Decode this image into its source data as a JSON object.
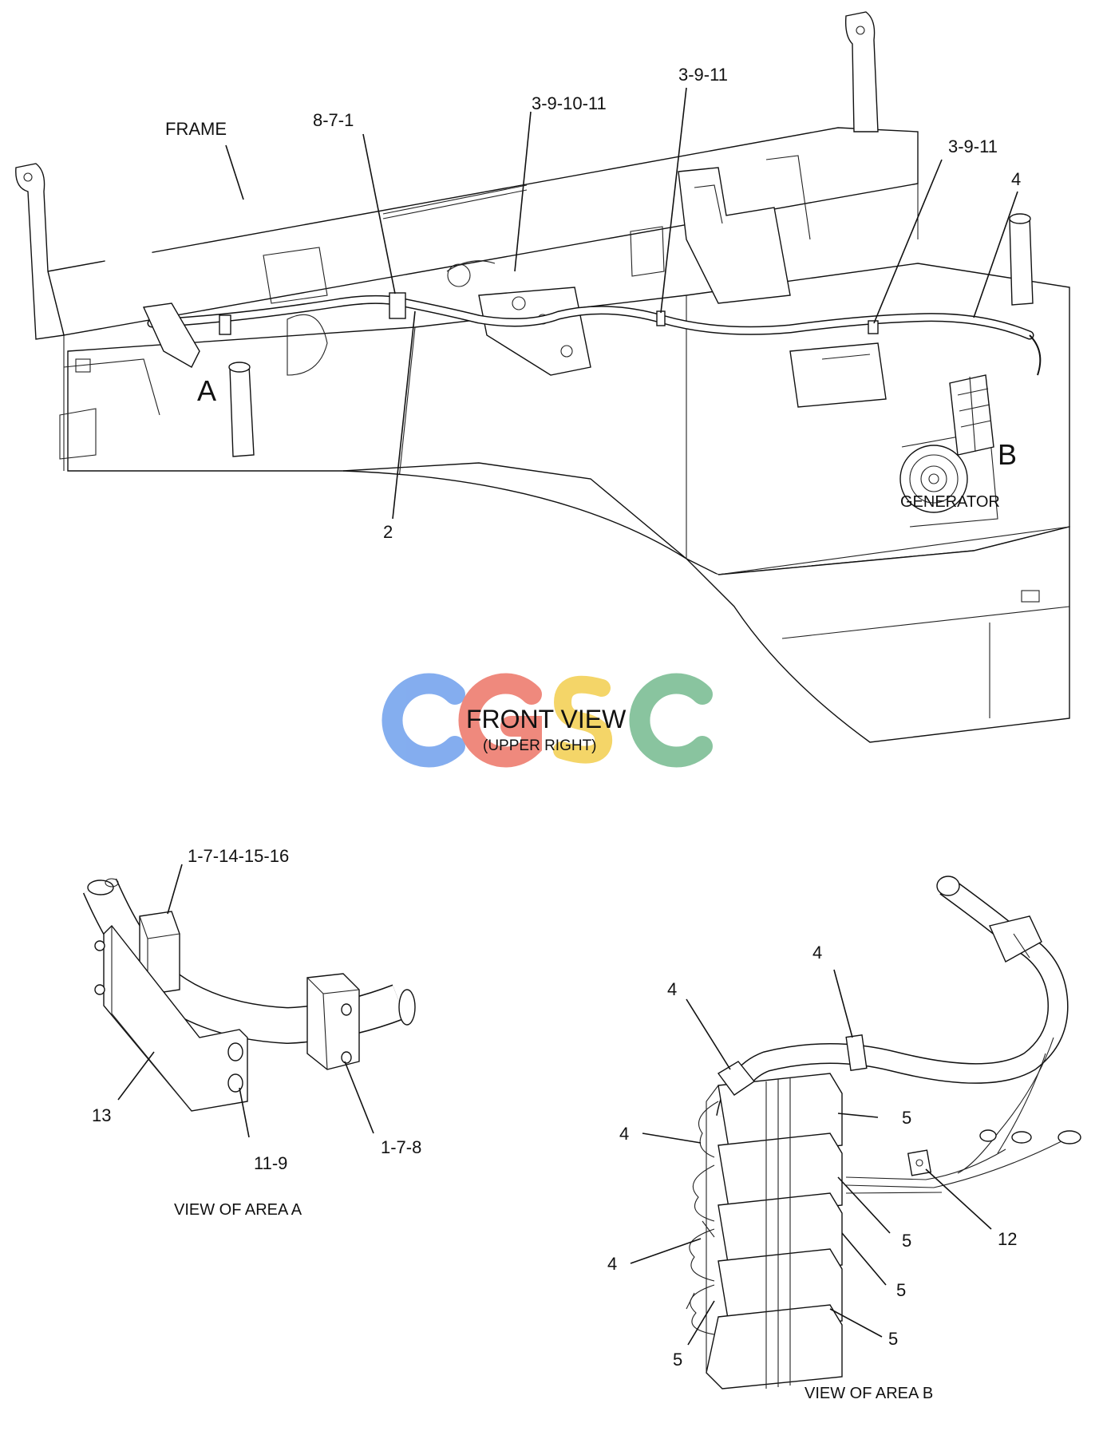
{
  "front_view": {
    "title": "FRONT VIEW",
    "subtitle": "(UPPER RIGHT)",
    "labels": {
      "frame": "FRAME",
      "c_8_7_1": "8-7-1",
      "c_3_9_10_11": "3-9-10-11",
      "c_3_9_11_top": "3-9-11",
      "c_3_9_11_right": "3-9-11",
      "c_4": "4",
      "c_2": "2",
      "area_a": "A",
      "area_b": "B",
      "generator": "GENERATOR"
    }
  },
  "view_a": {
    "caption": "VIEW OF AREA  A",
    "labels": {
      "c_1_7_14_15_16": "1-7-14-15-16",
      "c_13": "13",
      "c_11_9": "11-9",
      "c_1_7_8": "1-7-8"
    }
  },
  "view_b": {
    "caption": "VIEW OF AREA  B",
    "labels": {
      "c_4_top": "4",
      "c_4_upper": "4",
      "c_4_mid": "4",
      "c_4_low": "4",
      "c_5_a": "5",
      "c_5_b": "5",
      "c_5_c": "5",
      "c_5_d": "5",
      "c_5_e": "5",
      "c_12": "12"
    }
  },
  "watermark": {
    "text": "CGSC",
    "colors": [
      "#7aa7ee",
      "#ee7f72",
      "#f4d25c",
      "#7fbf97"
    ]
  }
}
